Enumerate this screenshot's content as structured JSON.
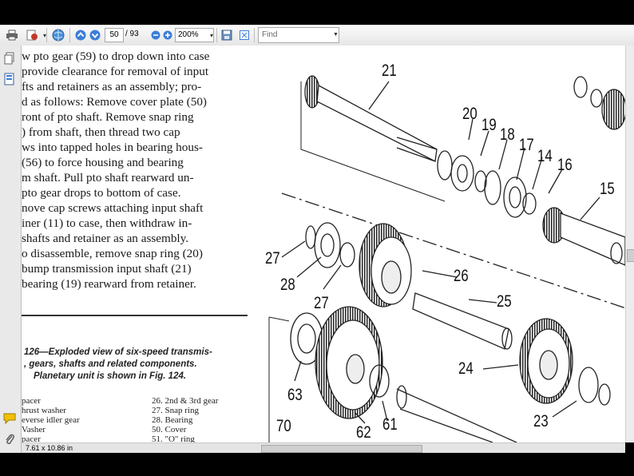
{
  "toolbar": {
    "page_current": "50",
    "page_total": "/ 93",
    "zoom": "200%",
    "find_placeholder": "Find",
    "icons": [
      "print-icon",
      "acrobat-share-icon",
      "globe-icon",
      "page-up-icon",
      "page-down-icon",
      "zoom-out-icon",
      "zoom-in-icon",
      "save-icon",
      "fit-page-icon"
    ]
  },
  "document": {
    "body_lines": [
      "w pto gear (59) to drop down into case",
      "provide clearance for removal of input",
      "fts and retainers as an assembly; pro-",
      "d as follows: Remove cover plate (50)",
      "ront of pto shaft. Remove snap ring",
      ") from shaft, then thread two cap",
      "ws into tapped holes in bearing hous-",
      "(56) to force housing and bearing",
      "m shaft. Pull pto shaft rearward un-",
      "pto gear drops to bottom of case.",
      "nove cap screws attaching input shaft",
      "iner (11) to case, then withdraw in-",
      "shafts and retainer as an assembly.",
      "o disassemble, remove snap ring (20)",
      "bump transmission input shaft (21)",
      "bearing (19) rearward from retainer."
    ],
    "caption_lines": [
      "126—Exploded view of six-speed transmis-",
      ", gears, shafts and related components.",
      "Planetary unit is shown in Fig. 124."
    ],
    "legend_left": [
      "pacer",
      "hrust washer",
      "everse idler gear",
      "Vasher",
      "pacer"
    ],
    "legend_right": [
      "26. 2nd & 3rd gear",
      "27. Snap ring",
      "28. Bearing",
      "50. Cover",
      "51. \"O\" ring"
    ],
    "callouts": {
      "c21": "21",
      "c20": "20",
      "c19": "19",
      "c18": "18",
      "c17": "17",
      "c14": "14",
      "c16": "16",
      "c15": "15",
      "c27a": "27",
      "c28": "28",
      "c27b": "27",
      "c26": "26",
      "c25": "25",
      "c24": "24",
      "c63": "63",
      "c62": "62",
      "c61": "61",
      "c23": "23",
      "c70": "70"
    }
  },
  "status": {
    "page_size": "7.61 x 10.86 in"
  },
  "sidebar": {
    "icons": [
      "pages-icon",
      "bookmarks-icon",
      "comment-icon",
      "attachment-icon"
    ]
  }
}
